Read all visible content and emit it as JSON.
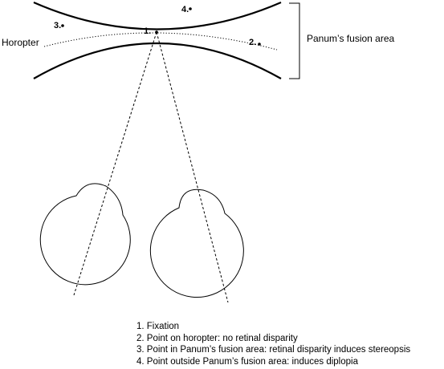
{
  "labels": {
    "horopter": "Horopter",
    "fusion_area": "Panum’s fusion area"
  },
  "points": [
    {
      "number": "1",
      "text": "1."
    },
    {
      "number": "2",
      "text": "2."
    },
    {
      "number": "3",
      "text": "3."
    },
    {
      "number": "4",
      "text": "4."
    }
  ],
  "legend": [
    "1. Fixation",
    "2. Point on horopter: no retinal disparity",
    "3. Point in Panum’s fusion area: retinal disparity induces stereopsis",
    "4. Point outside Panum’s fusion area: induces diplopia"
  ]
}
